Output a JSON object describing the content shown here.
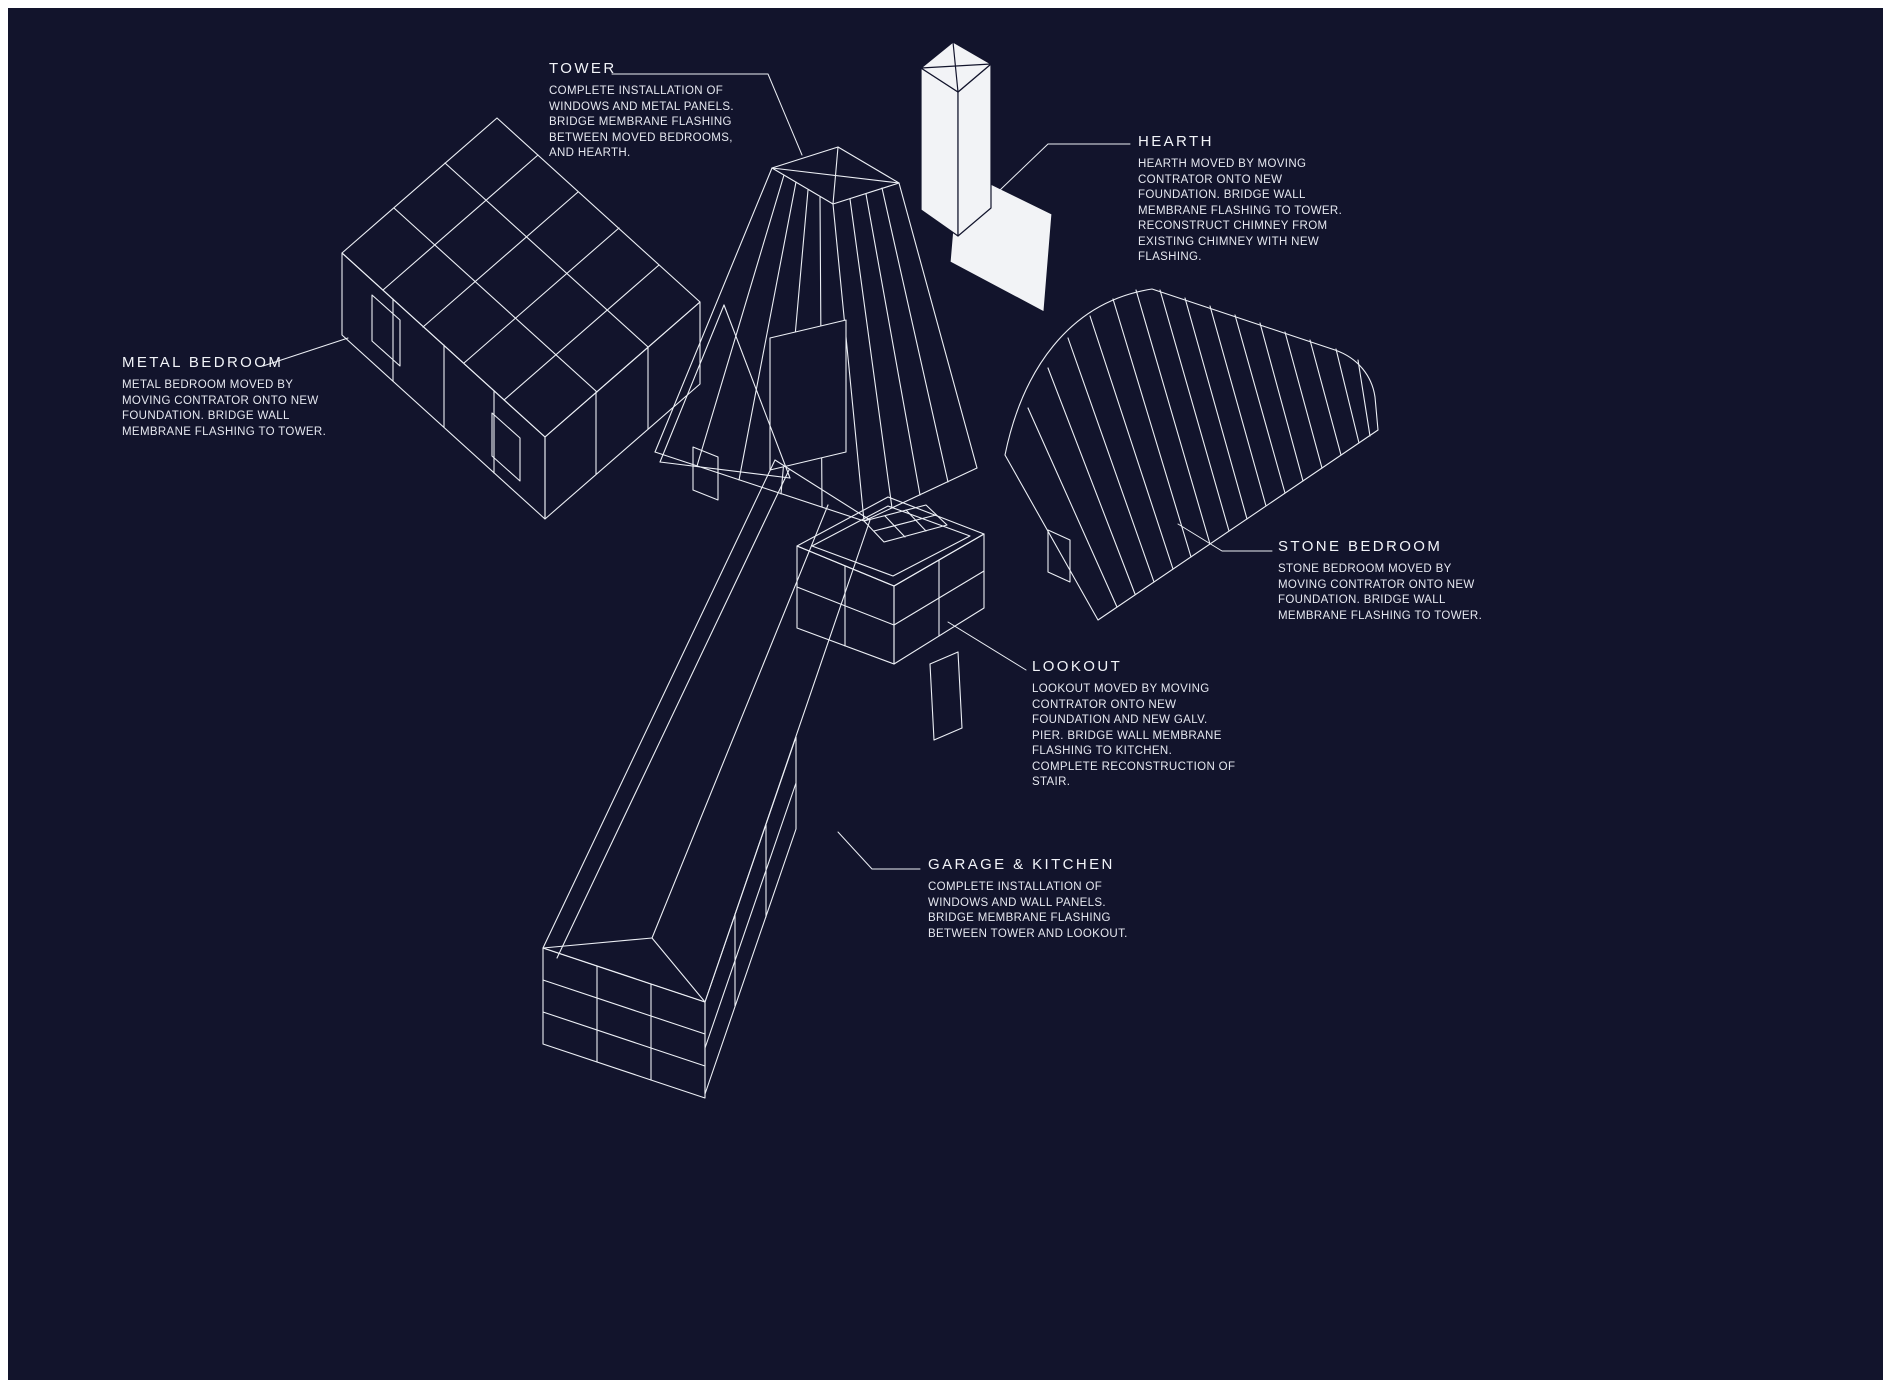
{
  "colors": {
    "canvas_background": "#12142c",
    "line": "#eceff5",
    "frame": "#ffffff",
    "hearth_fill": "#f2f3f6"
  },
  "labels": {
    "tower": {
      "title": "TOWER",
      "body": "COMPLETE INSTALLATION OF\nWINDOWS AND METAL PANELS.\nBRIDGE MEMBRANE FLASHING\nBETWEEN MOVED BEDROOMS,\nAND HEARTH."
    },
    "hearth": {
      "title": "HEARTH",
      "body": "HEARTH MOVED BY MOVING\nCONTRATOR ONTO NEW\nFOUNDATION.  BRIDGE WALL\nMEMBRANE FLASHING TO TOWER.\nRECONSTRUCT CHIMNEY FROM\nEXISTING CHIMNEY WITH NEW\nFLASHING."
    },
    "metal_bedroom": {
      "title": "METAL BEDROOM",
      "body": "METAL BEDROOM MOVED BY\nMOVING CONTRATOR ONTO NEW\nFOUNDATION. BRIDGE WALL\nMEMBRANE FLASHING TO TOWER."
    },
    "stone_bedroom": {
      "title": "STONE BEDROOM",
      "body": "STONE BEDROOM MOVED BY\nMOVING CONTRATOR ONTO NEW\nFOUNDATION.  BRIDGE WALL\nMEMBRANE FLASHING TO TOWER."
    },
    "lookout": {
      "title": "LOOKOUT",
      "body": "LOOKOUT MOVED BY MOVING\nCONTRATOR ONTO NEW\nFOUNDATION AND NEW GALV.\nPIER.  BRIDGE WALL MEMBRANE\nFLASHING TO KITCHEN.\nCOMPLETE RECONSTRUCTION OF\nSTAIR."
    },
    "garage_kitchen": {
      "title": "GARAGE & KITCHEN",
      "body": "COMPLETE INSTALLATION OF\nWINDOWS AND WALL PANELS.\nBRIDGE MEMBRANE FLASHING\nBETWEEN TOWER AND LOOKOUT."
    }
  }
}
